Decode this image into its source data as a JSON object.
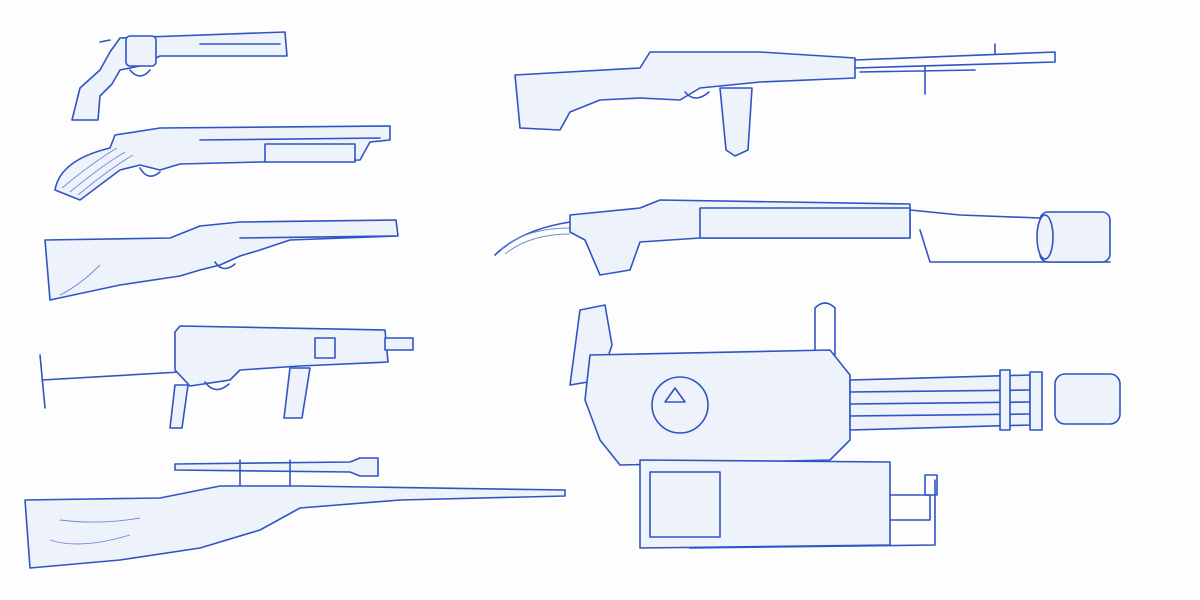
{
  "sheet": {
    "ink_color": "#2f55c4",
    "fill_color": "#eef2fb",
    "background": "#fdfdfe",
    "weapons": [
      "revolver",
      "pump-shotgun",
      "sawed-off-shotgun",
      "submachine-gun",
      "scoped-rifle",
      "assault-rifle",
      "flamethrower",
      "minigun"
    ]
  }
}
